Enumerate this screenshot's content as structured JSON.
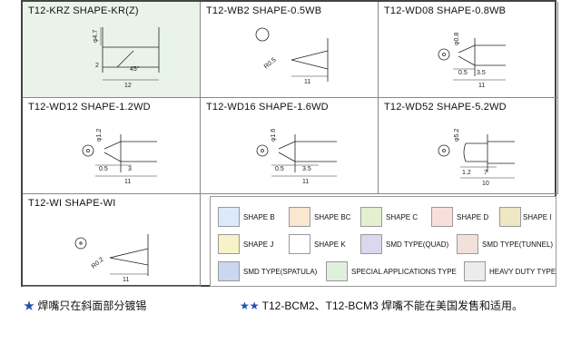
{
  "cells": [
    {
      "id": "krz",
      "title": "T12-KRZ  SHAPE-KR(Z)",
      "shaded": true,
      "dims": {
        "d": "φ4.7",
        "len": "12",
        "w": "2",
        "angle": "45°"
      }
    },
    {
      "id": "wb2",
      "title": "T12-WB2  SHAPE-0.5WB",
      "dims": {
        "r": "R0.5",
        "len": "11"
      }
    },
    {
      "id": "wd08",
      "title": "T12-WD08  SHAPE-0.8WB",
      "dims": {
        "d": "φ0.8",
        "a": "0.5",
        "b": "3.5",
        "len": "11"
      }
    },
    {
      "id": "wd12",
      "title": "T12-WD12  SHAPE-1.2WD",
      "dims": {
        "d": "φ1.2",
        "a": "0.5",
        "b": "3",
        "len": "11"
      }
    },
    {
      "id": "wd16",
      "title": "T12-WD16  SHAPE-1.6WD",
      "dims": {
        "d": "φ1.6",
        "a": "0.5",
        "b": "3.5",
        "len": "11"
      }
    },
    {
      "id": "wd52",
      "title": "T12-WD52  SHAPE-5.2WD",
      "dims": {
        "d": "φ5.2",
        "a": "1.2",
        "b": "7",
        "len": "10"
      }
    },
    {
      "id": "wi",
      "title": "T12-WI  SHAPE-WI",
      "dims": {
        "r": "R0.2",
        "len": "11"
      }
    }
  ],
  "legend": [
    {
      "label": "SHAPE B",
      "color": "#dbe9fb"
    },
    {
      "label": "SHAPE BC",
      "color": "#fbe6cf"
    },
    {
      "label": "SHAPE C",
      "color": "#e3efcf"
    },
    {
      "label": "SHAPE D",
      "color": "#f9dfdb"
    },
    {
      "label": "SHAPE I",
      "color": "#efe6c3"
    },
    {
      "label": "SHAPE J",
      "color": "#f7f2c8"
    },
    {
      "label": "SHAPE K",
      "color": "#ffffff"
    },
    {
      "label": "SMD TYPE(QUAD)",
      "color": "#dbd7ef"
    },
    {
      "label": "SMD TYPE(TUNNEL)",
      "color": "#f1e1da"
    },
    {
      "label": "SMD TYPE(SPATULA)",
      "color": "#cbd7ef"
    },
    {
      "label": "SPECIAL APPLICATIONS TYPE",
      "color": "#dff0dc"
    },
    {
      "label": "HEAVY DUTY TYPE",
      "color": "#ececec"
    }
  ],
  "notes": {
    "left_star": "★",
    "left": "焊嘴只在斜面部分镀锡",
    "right_star": "★★",
    "right": "T12-BCM2、T12-BCM3 焊嘴不能在美国发售和适用。"
  },
  "colors": {
    "shaded_cell": "#e9f3e9",
    "star": "#1f4fb0",
    "border": "#444444"
  }
}
